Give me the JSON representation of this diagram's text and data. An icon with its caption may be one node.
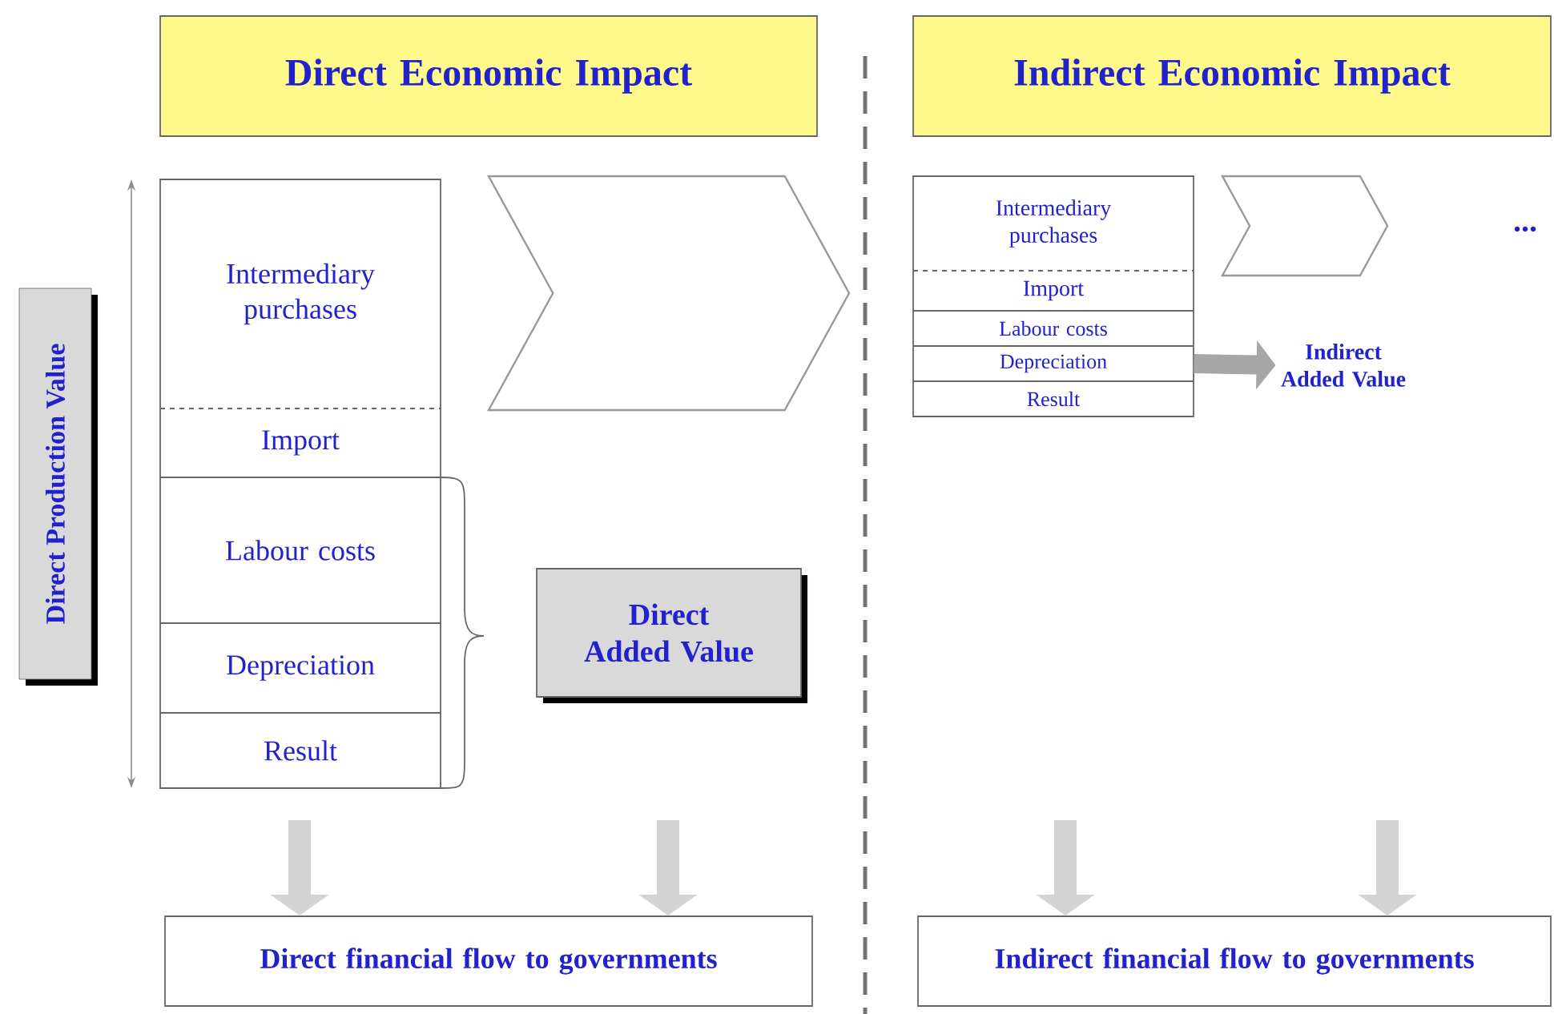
{
  "diagram": {
    "nodes": [
      {
        "text": [
          "Direct Economic Impact"
        ]
      },
      {
        "text": [
          "Indirect Economic Impact"
        ]
      },
      {
        "text": [
          "Direct Production Value"
        ]
      },
      {
        "text": [
          "Intermediary purchases"
        ]
      },
      {
        "text": [
          "Import"
        ]
      },
      {
        "text": [
          "Labour costs"
        ]
      },
      {
        "text": [
          "Depreciation"
        ]
      },
      {
        "text": [
          "Result"
        ]
      },
      {
        "text": [],
        "shape": "chevron"
      },
      {
        "text": [
          "Direct Added Value"
        ]
      },
      {
        "text": [
          "Intermediary purchases"
        ]
      },
      {
        "text": [
          "Import"
        ]
      },
      {
        "text": [
          "Labour costs"
        ]
      },
      {
        "text": [
          "Depreciation"
        ]
      },
      {
        "text": [
          "Result"
        ]
      },
      {
        "text": [],
        "shape": "chevron"
      },
      {
        "text": [
          "Indirect Added Value"
        ]
      },
      {
        "text": [
          "Direct financial flow to governments"
        ]
      },
      {
        "text": [
          "Indirect financial flow to governments"
        ]
      }
    ],
    "edges": [
      {
        "from": 13,
        "to": 16,
        "arrow": "to"
      },
      {
        "from": null,
        "to": 17,
        "arrow": "to"
      },
      {
        "from": null,
        "to": 17,
        "arrow": "to"
      },
      {
        "from": null,
        "to": 18,
        "arrow": "to"
      },
      {
        "from": null,
        "to": 18,
        "arrow": "to"
      }
    ],
    "labels": [
      "..."
    ]
  }
}
